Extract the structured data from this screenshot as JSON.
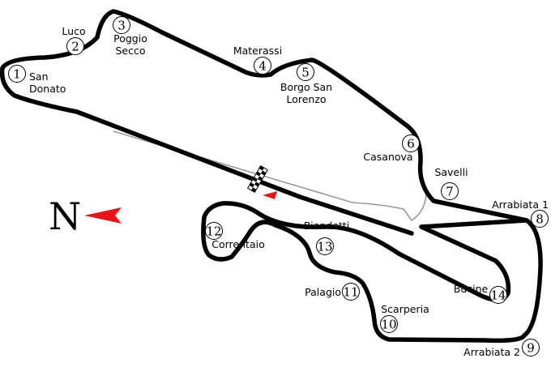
{
  "map": {
    "track_color": "#000000",
    "pit_lane_color": "#9a9a9a",
    "arrow_color": "#e8141c",
    "north": {
      "letter": "N"
    },
    "finish_line": {
      "icon": "checkered-flag-icon"
    },
    "turns": [
      {
        "number": "1",
        "label_lines": [
          "San",
          "Donato"
        ]
      },
      {
        "number": "2",
        "label_lines": [
          "Luco"
        ]
      },
      {
        "number": "3",
        "label_lines": [
          "Poggio",
          "Secco"
        ]
      },
      {
        "number": "4",
        "label_lines": [
          "Materassi"
        ]
      },
      {
        "number": "5",
        "label_lines": [
          "Borgo San",
          "Lorenzo"
        ]
      },
      {
        "number": "6",
        "label_lines": [
          "Casanova"
        ]
      },
      {
        "number": "7",
        "label_lines": [
          "Savelli"
        ]
      },
      {
        "number": "8",
        "label_lines": [
          "Arrabiata 1"
        ]
      },
      {
        "number": "9",
        "label_lines": [
          "Arrabiata 2"
        ]
      },
      {
        "number": "10",
        "label_lines": [
          "Scarperia"
        ]
      },
      {
        "number": "11",
        "label_lines": [
          "Palagio"
        ]
      },
      {
        "number": "12",
        "label_lines": [
          "Correntaio"
        ]
      },
      {
        "number": "13",
        "label_lines": [
          "Biondetti"
        ]
      },
      {
        "number": "14",
        "label_lines": [
          "Bucine"
        ]
      }
    ]
  }
}
